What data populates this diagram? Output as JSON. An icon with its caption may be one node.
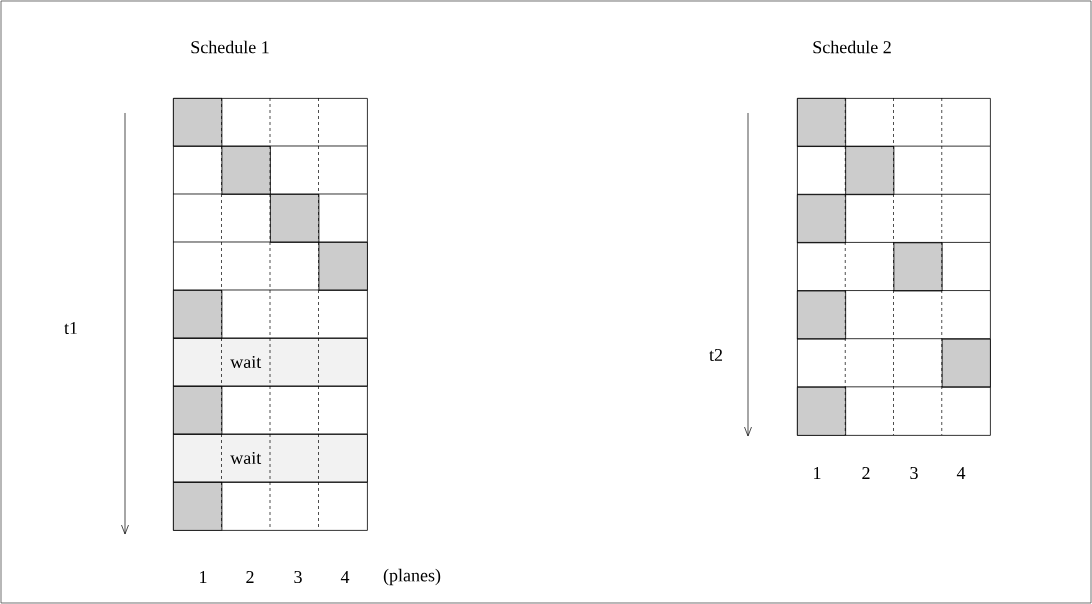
{
  "diagram": {
    "nodes": [
      {
        "text": [],
        "shape": "box"
      },
      {
        "text": [],
        "shape": "box",
        "in": 0
      },
      {
        "text": [],
        "shape": "box",
        "in": 0
      },
      {
        "text": [],
        "shape": "box",
        "in": 0
      },
      {
        "text": [],
        "shape": "box",
        "in": 0
      },
      {
        "text": [],
        "shape": "box",
        "in": 0
      },
      {
        "text": [
          "wait"
        ],
        "in": 0
      },
      {
        "text": [],
        "shape": "box",
        "in": 0
      },
      {
        "text": [
          "wait"
        ],
        "in": 0
      },
      {
        "text": [],
        "shape": "box",
        "in": 0
      },
      {
        "text": [],
        "shape": "box"
      },
      {
        "text": [],
        "shape": "box",
        "in": 10
      },
      {
        "text": [],
        "shape": "box",
        "in": 10
      },
      {
        "text": [],
        "shape": "box",
        "in": 10
      },
      {
        "text": [],
        "shape": "box",
        "in": 10
      },
      {
        "text": [],
        "shape": "box",
        "in": 10
      },
      {
        "text": [],
        "shape": "box",
        "in": 10
      },
      {
        "text": [],
        "shape": "box",
        "in": 10
      }
    ],
    "edges": [],
    "labels": [
      "Schedule 1",
      "Schedule 2",
      "t1",
      "t2",
      "1",
      "2",
      "3",
      "4",
      "1",
      "2",
      "3",
      "4",
      "(planes)"
    ]
  }
}
